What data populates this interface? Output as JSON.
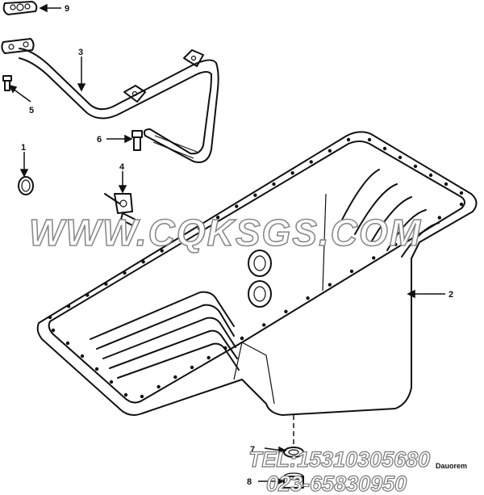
{
  "callouts": {
    "c9": "9",
    "c3": "3",
    "c5": "5",
    "c6": "6",
    "c1": "1",
    "c4": "4",
    "c2": "2",
    "c7": "7",
    "c8": "8"
  },
  "watermark": "WWW.CQKSGS.COM",
  "contact": {
    "tel": "TEL:15310305680",
    "phone2": "023-65830950"
  },
  "stamp": "Dauorem",
  "colors": {
    "ink": "#111111",
    "watermark_outline": "#8a8a8a"
  }
}
